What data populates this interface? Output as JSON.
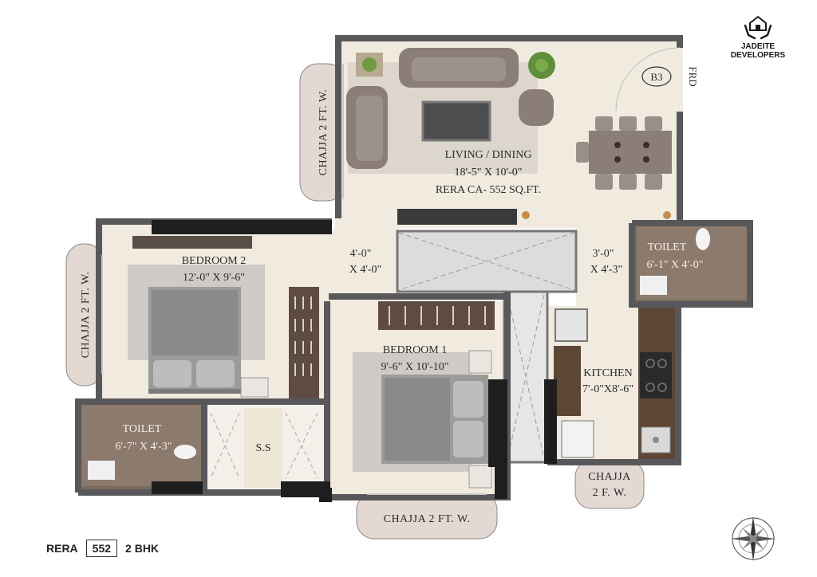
{
  "brand": {
    "line1": "JADEITE",
    "line2": "DEVELOPERS",
    "logo_icon": "house-in-hands-icon"
  },
  "rooms": {
    "living": {
      "name": "LIVING / DINING",
      "size": "18'-5\" X 10'-0\"",
      "area": "RERA CA- 552 SQ.FT."
    },
    "bedroom2": {
      "name": "BEDROOM 2",
      "size": "12'-0\" X 9'-6\""
    },
    "bedroom1": {
      "name": "BEDROOM 1",
      "size": "9'-6\" X 10'-10\""
    },
    "kitchen": {
      "name": "KITCHEN",
      "size": "7'-0\"X8'-6\""
    },
    "toilet_right": {
      "name": "TOILET",
      "size": "6'-1\" X 4'-0\""
    },
    "toilet_left": {
      "name": "TOILET",
      "size": "6'-7\" X 4'-3\""
    },
    "passage_left": {
      "line1": "4'-0\"",
      "line2": "X 4'-0\""
    },
    "passage_right": {
      "line1": "3'-0\"",
      "line2": "X 4'-3\""
    },
    "ss": "S.S"
  },
  "chajjas": {
    "top_left": "CHAJJA 2 FT. W.",
    "left": "CHAJJA 2 FT. W.",
    "bottom": "CHAJJA 2 FT. W.",
    "kitchen_line1": "CHAJJA",
    "kitchen_line2": "2 F. W."
  },
  "labels": {
    "frd": "FRD",
    "flat": "B3"
  },
  "footer": {
    "rera": "RERA",
    "area": "552",
    "type": "2 BHK"
  },
  "compass_icon": "compass-rose-icon",
  "colors": {
    "floor": "#f1ebdf",
    "wall": "#58585a",
    "wall_dark": "#1e1e1e",
    "chajja": "#e3d8d2",
    "rug": "#cfcac6",
    "sofa": "#8a7e76",
    "bed": "#9b9b9b",
    "counter": "#5c4636"
  }
}
